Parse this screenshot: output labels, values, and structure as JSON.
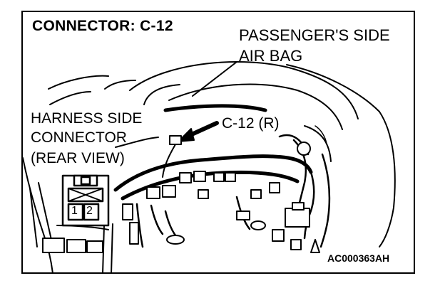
{
  "diagram": {
    "title": "CONNECTOR: C-12",
    "airbag_callout_line1": "PASSENGER'S SIDE",
    "airbag_callout_line2": "AIR BAG",
    "harness_line1": "HARNESS SIDE",
    "harness_line2": "CONNECTOR",
    "harness_line3": "(REAR VIEW)",
    "connector_id": "C-12 (R)",
    "reference_code": "AC000363AH",
    "terminals": [
      "1",
      "2"
    ]
  }
}
